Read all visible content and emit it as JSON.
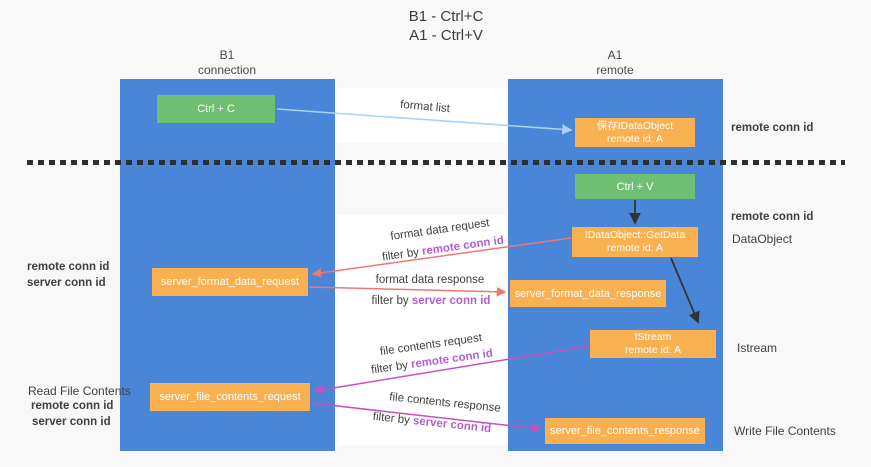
{
  "colors": {
    "background": "#f8f8f8",
    "lane_blue": "#4a86d8",
    "green_box": "#6fbf72",
    "orange_box": "#f9b050",
    "box_text": "#ffffff",
    "text_dark": "#3f3f3f",
    "purple": "#a43ec9",
    "purple_light": "#b05fd3",
    "green_text": "#53ae53",
    "arrow_blue": "#a8d4f2",
    "arrow_salmon": "#ee7772",
    "arrow_magenta": "#c94fc1",
    "arrow_black": "#333333",
    "dash_line": "#2e2e2e"
  },
  "title": {
    "line1": "B1 - Ctrl+C",
    "line2": "A1 - Ctrl+V"
  },
  "lanes": {
    "left": {
      "name": "B1",
      "subtitle": "connection"
    },
    "right": {
      "name": "A1",
      "subtitle": "remote"
    }
  },
  "nodes": {
    "ctrl_c": {
      "label": "Ctrl + C"
    },
    "save_dataobject": {
      "line1": "保存IDataObject",
      "line2": "remote id: A"
    },
    "ctrl_v": {
      "label": "Ctrl + V"
    },
    "getdata": {
      "line1": "IDataObject::GetData",
      "line2": "remote id: A"
    },
    "format_request": {
      "label": "server_format_data_request"
    },
    "format_response": {
      "label": "server_format_data_response"
    },
    "istream": {
      "line1": "IStream",
      "line2": "remote id: A"
    },
    "file_request": {
      "label": "server_file_contents_request"
    },
    "file_response": {
      "label": "server_file_contents_response"
    }
  },
  "flow_labels": {
    "format_list": "format list",
    "format_data_request": "format data request",
    "format_data_response": "format data response",
    "file_contents_request": "file contents request",
    "file_contents_response": "file contents response",
    "filter_by": "filter by ",
    "remote_conn_id": "remote conn id",
    "server_conn_id": "server conn id"
  },
  "annotations": {
    "remote_conn_id": "remote conn id",
    "server_conn_id": "server conn id",
    "dataobject": "DataObject",
    "istream": "Istream",
    "read_file_contents": "Read File Contents",
    "write_file_contents": "Write File Contents"
  }
}
